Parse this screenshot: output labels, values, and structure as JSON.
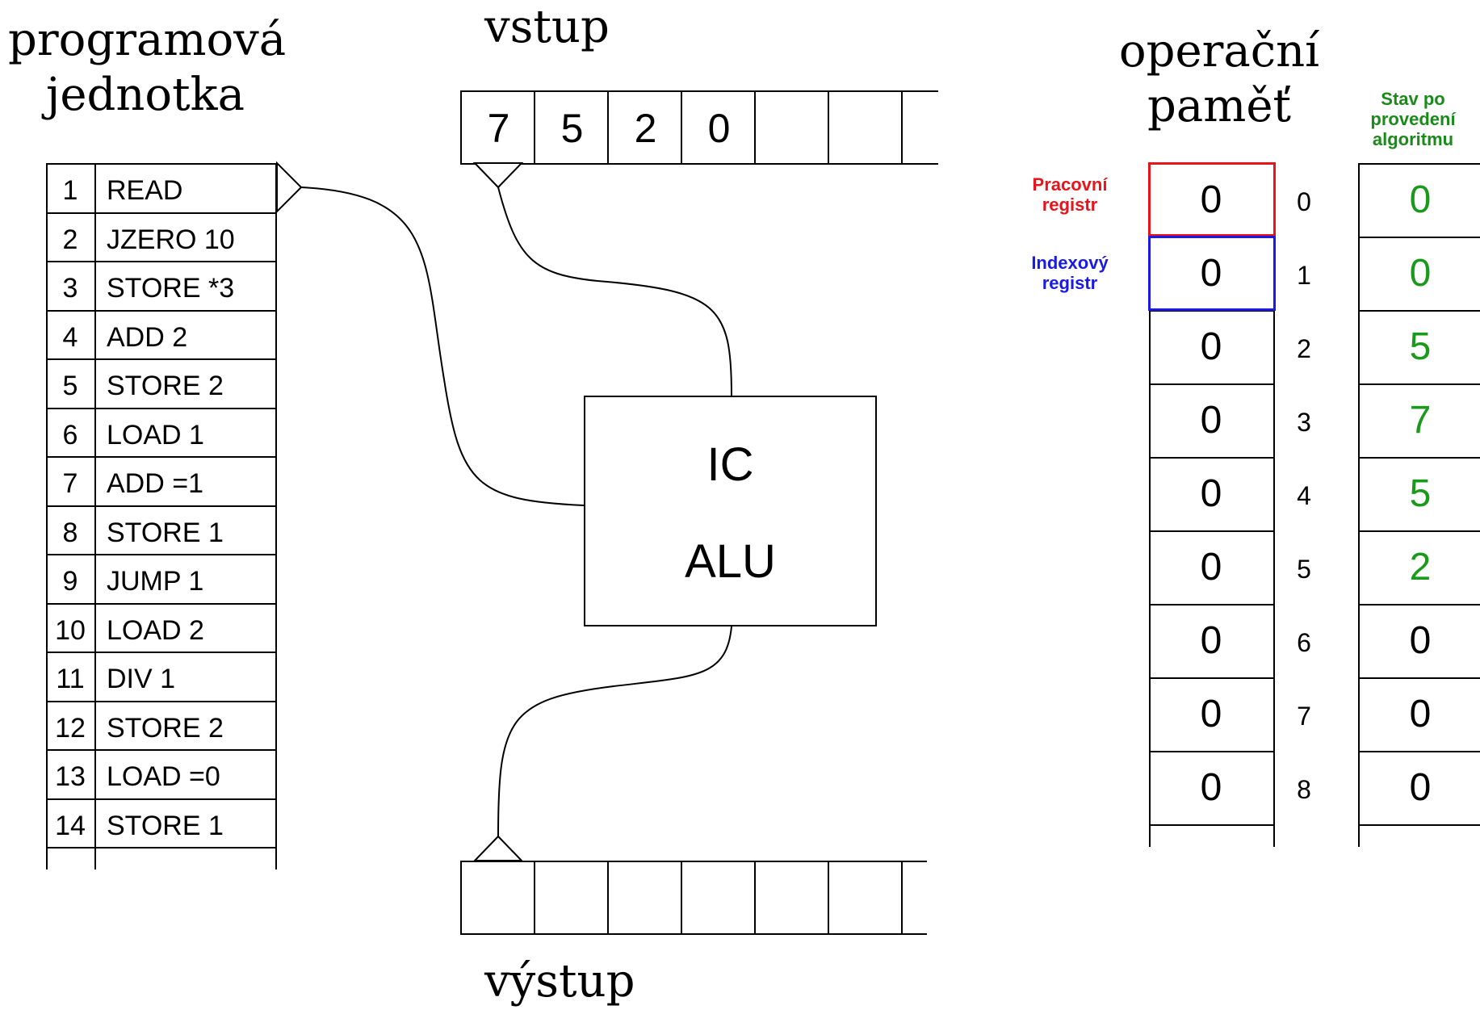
{
  "headings": {
    "program_line1": "programová",
    "program_line2": "jednotka",
    "input": "vstup",
    "output": "výstup",
    "memory_line1": "operační",
    "memory_line2": "paměť",
    "state_line1": "Stav po",
    "state_line2": "provedení",
    "state_line3": "algoritmu"
  },
  "program": [
    {
      "num": "1",
      "instr": "READ"
    },
    {
      "num": "2",
      "instr": "JZERO 10"
    },
    {
      "num": "3",
      "instr": "STORE *3"
    },
    {
      "num": "4",
      "instr": "ADD 2"
    },
    {
      "num": "5",
      "instr": "STORE 2"
    },
    {
      "num": "6",
      "instr": "LOAD 1"
    },
    {
      "num": "7",
      "instr": "ADD =1"
    },
    {
      "num": "8",
      "instr": "STORE 1"
    },
    {
      "num": "9",
      "instr": "JUMP 1"
    },
    {
      "num": "10",
      "instr": "LOAD 2"
    },
    {
      "num": "11",
      "instr": "DIV 1"
    },
    {
      "num": "12",
      "instr": "STORE 2"
    },
    {
      "num": "13",
      "instr": "LOAD =0"
    },
    {
      "num": "14",
      "instr": "STORE 1"
    }
  ],
  "input_tape": [
    "7",
    "5",
    "2",
    "0",
    "",
    "",
    ""
  ],
  "output_tape": [
    "",
    "",
    "",
    "",
    "",
    "",
    ""
  ],
  "cpu": {
    "ic": "IC",
    "alu": "ALU"
  },
  "registers": {
    "work_line1": "Pracovní",
    "work_line2": "registr",
    "index_line1": "Indexový",
    "index_line2": "registr",
    "work_color": "#e8141c",
    "index_color": "#1a1ae6"
  },
  "memory": [
    {
      "addr": "0",
      "value": "0",
      "final": "0"
    },
    {
      "addr": "1",
      "value": "0",
      "final": "0"
    },
    {
      "addr": "2",
      "value": "0",
      "final": "5"
    },
    {
      "addr": "3",
      "value": "0",
      "final": "7"
    },
    {
      "addr": "4",
      "value": "0",
      "final": "5"
    },
    {
      "addr": "5",
      "value": "0",
      "final": "2"
    },
    {
      "addr": "6",
      "value": "0",
      "final": "0"
    },
    {
      "addr": "7",
      "value": "0",
      "final": "0"
    },
    {
      "addr": "8",
      "value": "0",
      "final": "0"
    }
  ],
  "colors": {
    "changed": "#1a9a1a",
    "unchanged": "#000000"
  }
}
